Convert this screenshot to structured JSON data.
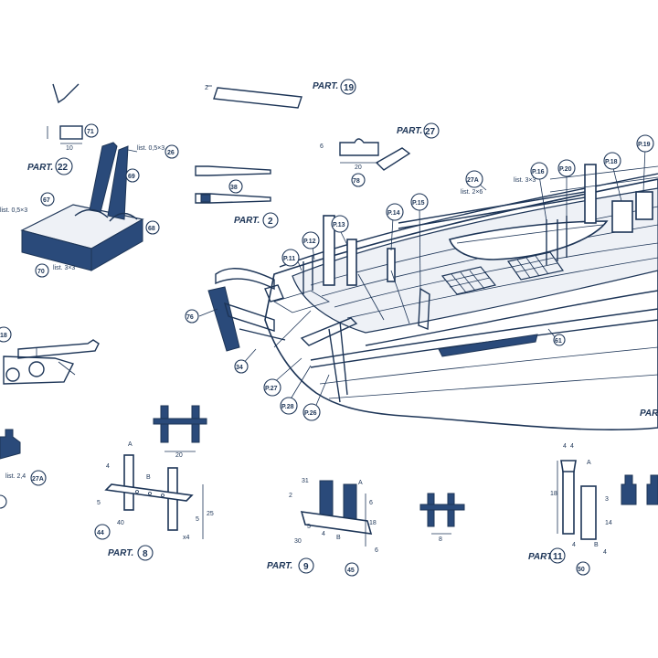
{
  "sheet": {
    "part_labels": {
      "p19": {
        "word": "PART.",
        "num": "19"
      },
      "p27": {
        "word": "PART.",
        "num": "27"
      },
      "p22": {
        "word": "PART.",
        "num": "22"
      },
      "p2": {
        "word": "PART.",
        "num": "2"
      },
      "p8": {
        "word": "PART.",
        "num": "8"
      },
      "p9": {
        "word": "PART.",
        "num": "9"
      },
      "p11": {
        "word": "PART.",
        "num": "11"
      },
      "pr": {
        "word": "PAR"
      }
    },
    "callouts": {
      "c71": "71",
      "c26": "26",
      "c69": "69",
      "c67": "67",
      "c68": "68",
      "c70": "70",
      "c78": "78",
      "c38": "38",
      "c27a": "27A",
      "c27a2": "27A",
      "cP16": "P.16",
      "cP20": "P.20",
      "cP18": "P.18",
      "cP19": "P.19",
      "cP15": "P.15",
      "cP14": "P.14",
      "cP13": "P.13",
      "cP12": "P.12",
      "cP11": "P.11",
      "c76": "76",
      "c34": "34",
      "cP27": "P.27",
      "cP28": "P.28",
      "cP26": "P.26",
      "c61": "61",
      "c44": "44",
      "c45": "45",
      "c50": "50",
      "c18": "18"
    },
    "texts": {
      "list05x3": "list. 0,5×3",
      "list05x3b": "list. 0,5×3",
      "list3x3": "list. 3×3",
      "list3x3b": "list. 3×3",
      "list2x6": "list. 2×6",
      "list24": "list. 2,4"
    },
    "dims": {
      "d2": "2",
      "d6": "6",
      "d20a": "20",
      "d10": "10",
      "d20b": "20",
      "dA1": "A",
      "dB1": "B",
      "d4a": "4",
      "d5a": "5",
      "d40": "40",
      "d5b": "5",
      "d25": "25",
      "dx4": "x4",
      "d31": "31",
      "d2b": "2",
      "d5c": "5",
      "d30": "30",
      "d4b": "4",
      "d6b": "6",
      "d18a": "18",
      "dA2": "A",
      "dB2": "B",
      "d6c": "6",
      "d8": "8",
      "d4c": "4",
      "d4d": "4",
      "dA3": "A",
      "d18b": "18",
      "d3": "3",
      "d14": "14",
      "dB3": "B",
      "d4e": "4",
      "d4f": "4"
    }
  }
}
